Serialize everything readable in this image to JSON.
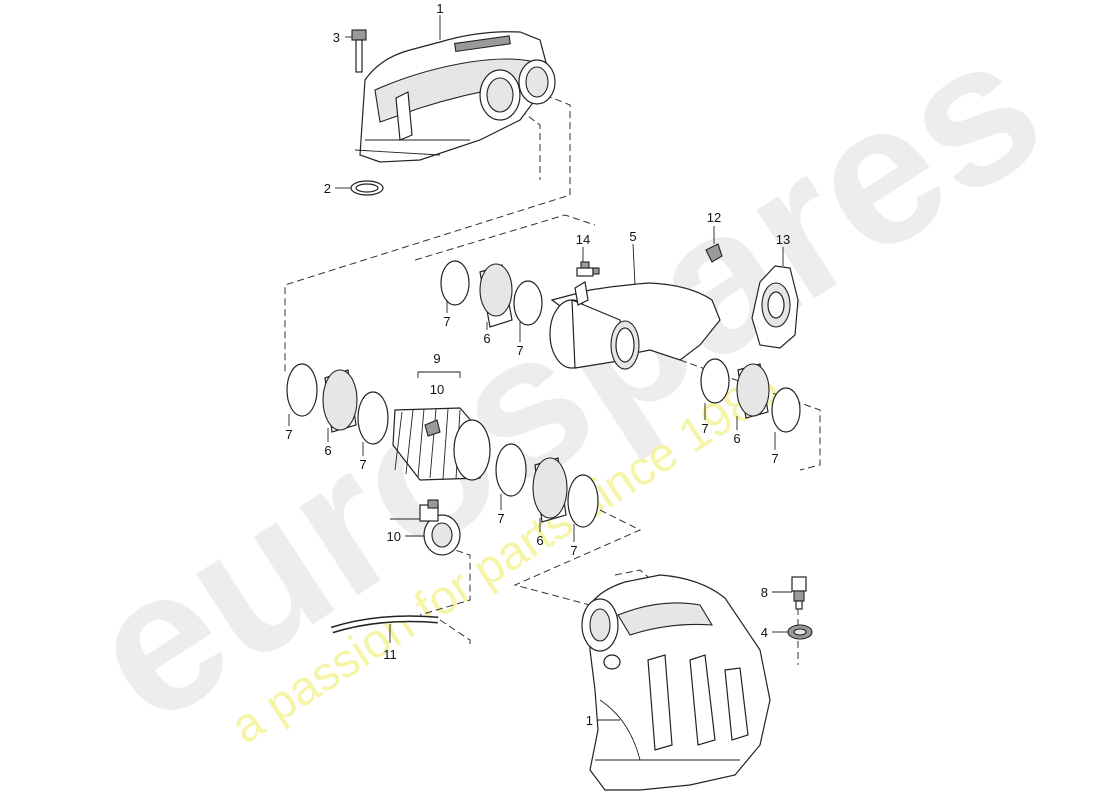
{
  "watermark": {
    "brand": "eurospares",
    "tagline": "a passion for parts since 1985",
    "brand_color": "#d0d0d0",
    "tagline_color": "#eeea70"
  },
  "callouts": {
    "c1_top": "1",
    "c3": "3",
    "c2": "2",
    "c12": "12",
    "c14": "14",
    "c5": "5",
    "c13": "13",
    "c7_a": "7",
    "c6_a": "6",
    "c7_b": "7",
    "c9": "9",
    "c10_bracket": "10",
    "c7_c": "7",
    "c6_b": "6",
    "c7_d": "7",
    "c7_e": "7",
    "c6_c": "6",
    "c7_f": "7",
    "c7_g": "7",
    "c6_d": "6",
    "c7_h": "7",
    "c10_valve": "10",
    "c11": "11",
    "c8": "8",
    "c4": "4",
    "c1_bottom": "1"
  }
}
